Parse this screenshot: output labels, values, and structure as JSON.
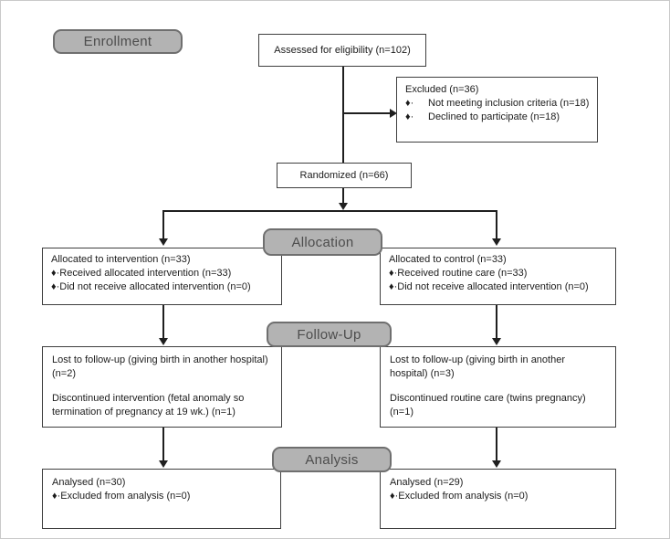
{
  "bullet": "♦·",
  "bullet_spaced": "♦·  ",
  "colors": {
    "badge_fill": "#b3b3b3",
    "badge_border": "#6f6f6f",
    "badge_text": "#4d4d4d",
    "box_border": "#3f3f3f",
    "connector": "#1f1f1f"
  },
  "badges": {
    "enrollment": "Enrollment",
    "allocation": "Allocation",
    "follow_up": "Follow-Up",
    "analysis": "Analysis"
  },
  "boxes": {
    "assessed": {
      "text": "Assessed for eligibility (n=102)"
    },
    "excluded": {
      "title": "Excluded (n=36)",
      "items": [
        "Not meeting inclusion criteria (n=18)",
        "Declined to participate (n=18)"
      ]
    },
    "randomized": {
      "text": "Randomized (n=66)"
    },
    "allocation_left": {
      "title": "Allocated to intervention (n=33)",
      "items": [
        "Received allocated intervention (n=33)",
        "Did not receive allocated intervention (n=0)"
      ]
    },
    "allocation_right": {
      "title": "Allocated to control (n=33)",
      "items": [
        "Received routine care (n=33)",
        "Did not receive allocated intervention (n=0)"
      ]
    },
    "followup_left": {
      "paragraphs": [
        "Lost to follow-up (giving birth in another hospital) (n=2)",
        "Discontinued intervention (fetal anomaly so termination of pregnancy at 19 wk.) (n=1)"
      ]
    },
    "followup_right": {
      "paragraphs": [
        "Lost to follow-up (giving birth in another hospital) (n=3)",
        "Discontinued routine care (twins pregnancy) (n=1)"
      ]
    },
    "analysis_left": {
      "title": "Analysed (n=30)",
      "items": [
        "Excluded from analysis (n=0)"
      ]
    },
    "analysis_right": {
      "title": "Analysed (n=29)",
      "items": [
        "Excluded from analysis (n=0)"
      ]
    }
  }
}
